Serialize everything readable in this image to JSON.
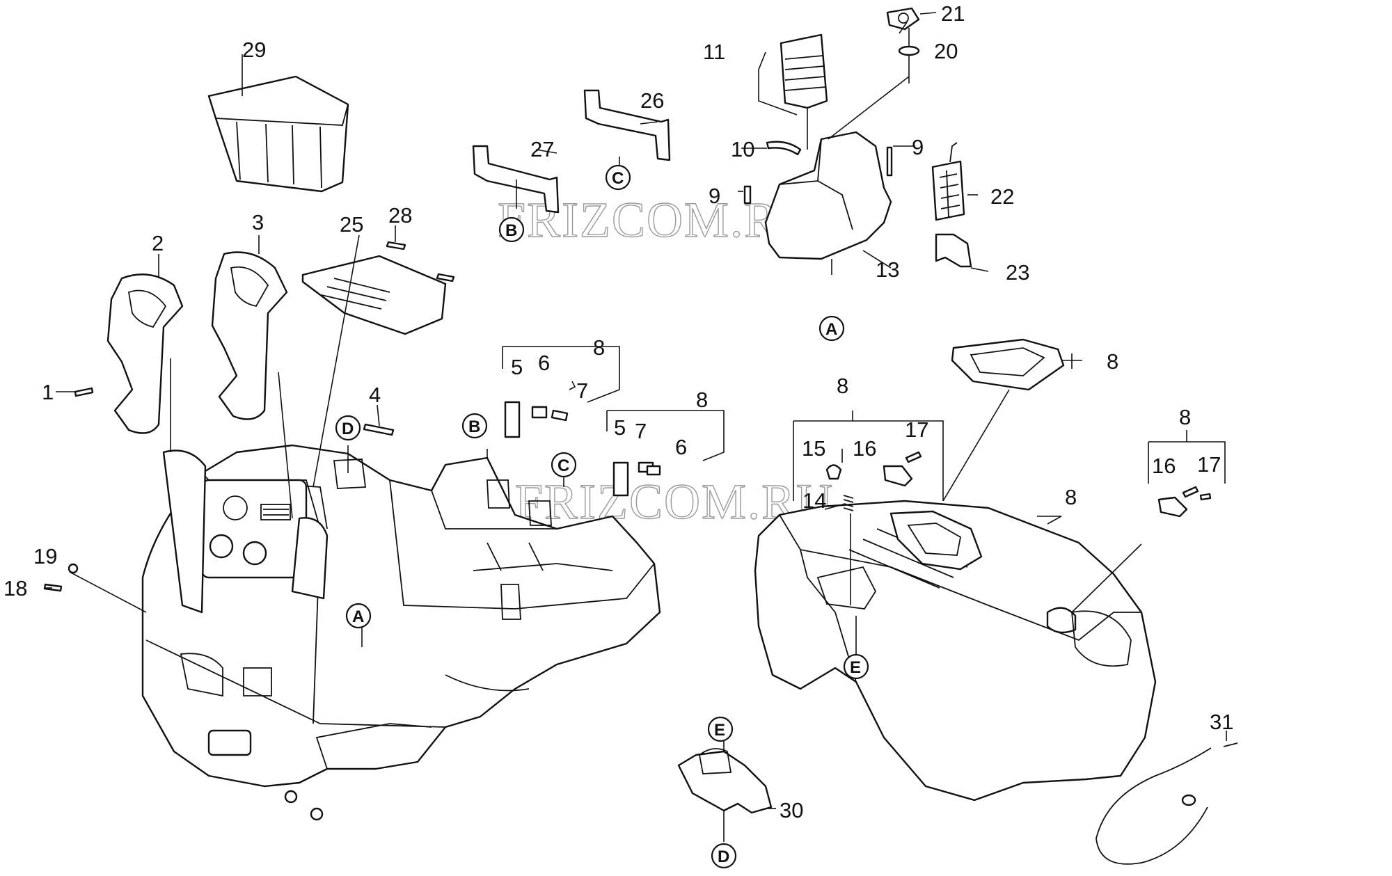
{
  "watermark": "FRIZCOM.RU",
  "callouts": {
    "c1": "1",
    "c2": "2",
    "c3": "3",
    "c4": "4",
    "c5a": "5",
    "c5b": "5",
    "c6a": "6",
    "c6b": "6",
    "c7a": "7",
    "c7b": "7",
    "c8a": "8",
    "c8b": "8",
    "c8c": "8",
    "c8d": "8",
    "c8e": "8",
    "c8f": "8",
    "c9a": "9",
    "c9b": "9",
    "c10": "10",
    "c11": "11",
    "c13": "13",
    "c14": "14",
    "c15": "15",
    "c16a": "16",
    "c16b": "16",
    "c17a": "17",
    "c17b": "17",
    "c18": "18",
    "c19": "19",
    "c20": "20",
    "c21": "21",
    "c22": "22",
    "c23": "23",
    "c25": "25",
    "c26": "26",
    "c27": "27",
    "c28": "28",
    "c29": "29",
    "c30": "30",
    "c31": "31"
  },
  "markers": {
    "a1": "A",
    "a2": "A",
    "b1": "B",
    "b2": "B",
    "c1": "C",
    "c2": "C",
    "d1": "D",
    "d2": "D",
    "e1": "E",
    "e2": "E"
  }
}
